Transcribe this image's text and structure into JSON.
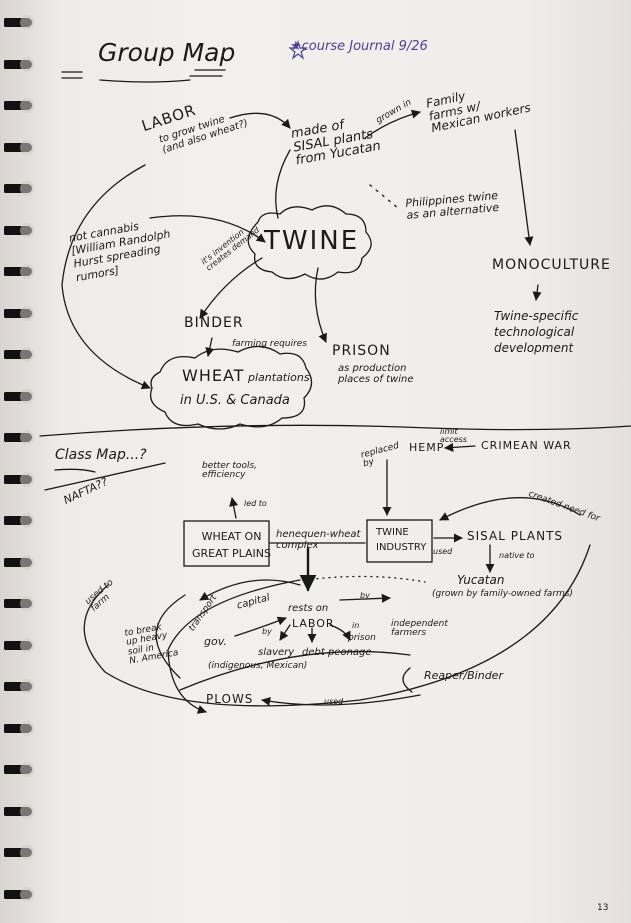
{
  "group_map": {
    "title": "Group Map",
    "journal_note": "★course Journal 9/26",
    "labor": "LABOR",
    "labor_note": "to grow twine\n(and also wheat?)",
    "made_of": "made of\nSISAL plants\nfrom Yucatan",
    "grown_in": "grown in",
    "family_farms": "Family\nfarms w/\nMexican workers",
    "philippines": "Philippines twine\nas an alternative",
    "monoculture": "MONOCULTURE",
    "twine_specific": "Twine-specific\ntechnological\ndevelopment",
    "twine": "TWINE",
    "hemp_note": "not cannabis\n[William Randolph\nHurst spreading\nrumors]",
    "invention_note": "it's invention\ncreates demand",
    "binder": "BINDER",
    "farming_requires": "farming requires",
    "wheat": "WHEAT",
    "wheat_rest": "plantations",
    "wheat_loc": "in U.S. & Canada",
    "prison": "PRISON",
    "prison_note": "as production\nplaces of twine"
  },
  "class_map": {
    "title": "Class Map...?",
    "nafta": "NAFTA??",
    "better_tools": "better tools,\nefficiency",
    "led_to": "led to",
    "wheat_box": "WHEAT ON\nGREAT PLAINS",
    "henequen": "henequen-wheat\ncomplex",
    "twine_box": "TWINE\nINDUSTRY",
    "used": "used",
    "sisal": "SISAL PLANTS",
    "native_to": "native to",
    "yucatan": "Yucatan",
    "yucatan_note": "(grown by family-owned farms)",
    "replaced_by": "replaced\nby",
    "hemp": "HEMP",
    "limit_access": "limit\naccess",
    "crimean": "CRIMEAN WAR",
    "created_need": "created need for",
    "used_to_farm": "used to\nfarm",
    "to_break": "to break\nup heavy\nsoil in\nN. America",
    "transport": "transport",
    "capital": "capital",
    "rests_on": "rests on",
    "by1": "by",
    "labor": "LABOR",
    "gov": "gov.",
    "by2": "by",
    "in": "in",
    "prison": "prison",
    "independent": "independent\nfarmers",
    "slavery": "slavery",
    "slavery_note": "(indigenous, Mexican)",
    "debt": "debt peonage",
    "reaper": "Reaper/Binder",
    "plows": "PLOWS",
    "used2": "used"
  },
  "page_number": "13",
  "colors": {
    "ink": "#1a1a1a",
    "purple": "#4b3f9a",
    "paper": "#f0eeea",
    "ring": "#111111"
  }
}
